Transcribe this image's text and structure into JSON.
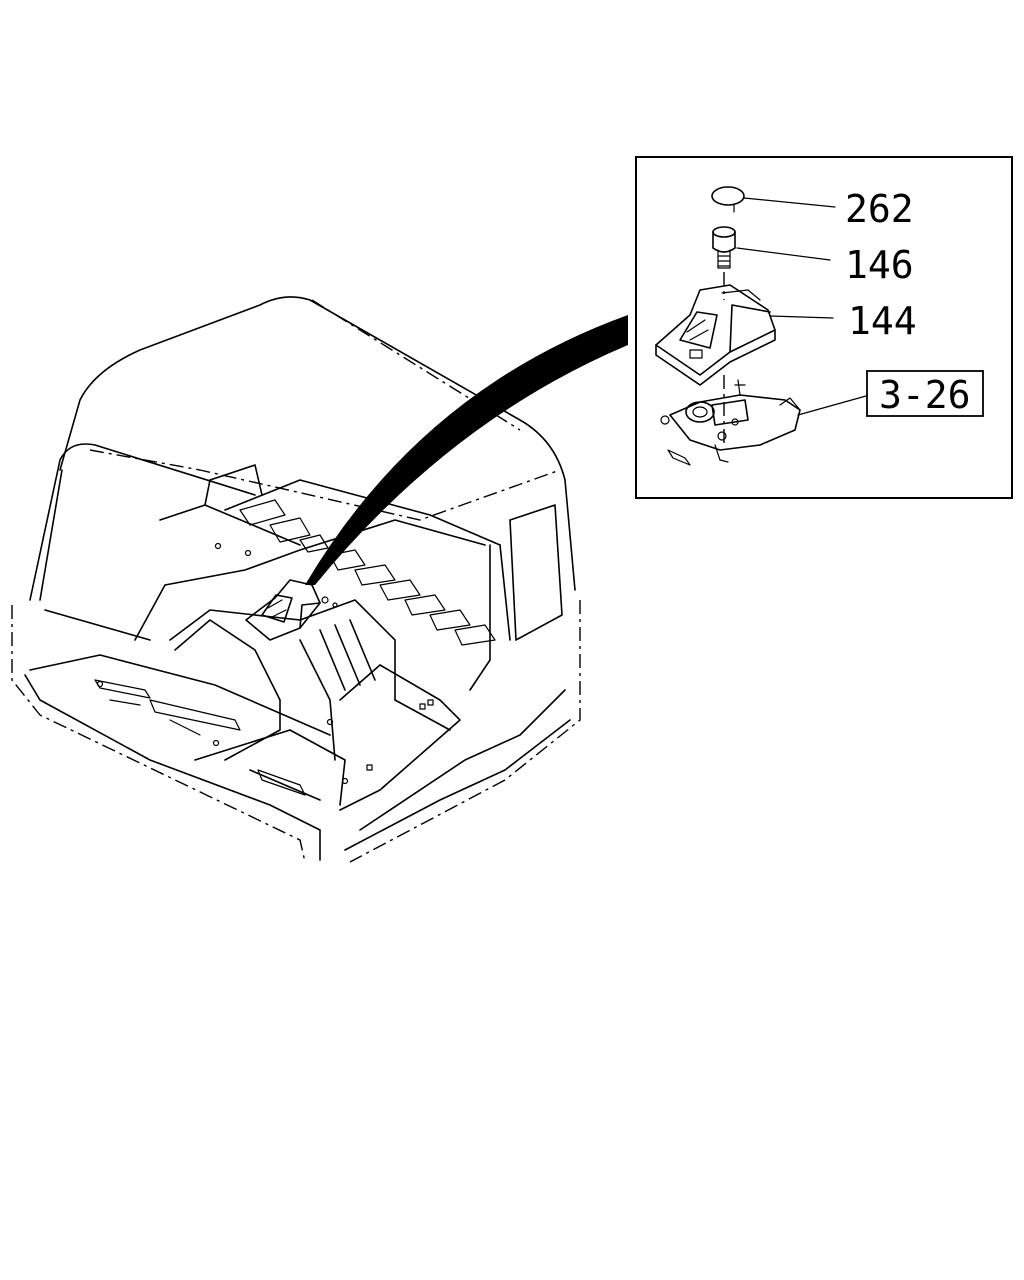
{
  "callouts": {
    "cap": "262",
    "knob": "146",
    "boot": "144",
    "reference": "3-26"
  }
}
